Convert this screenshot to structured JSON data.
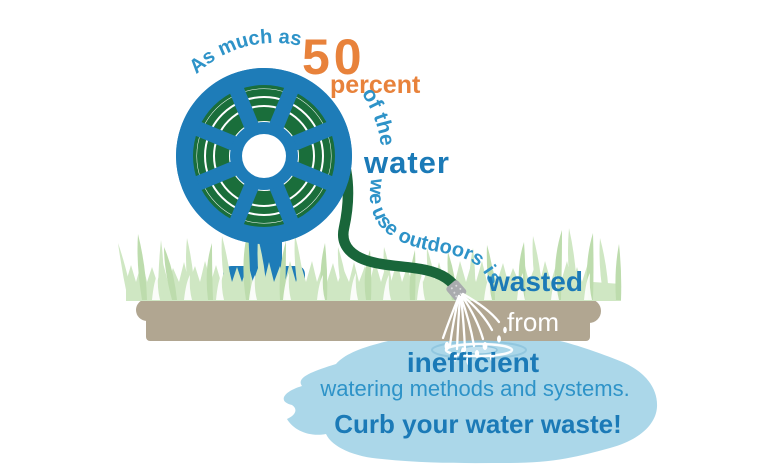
{
  "infographic": {
    "message": "As much as 50 percent of the water we use outdoors is wasted from inefficient watering methods and systems. Curb your water waste!",
    "lead_in": "As much as",
    "stat_value": "50",
    "stat_unit": "percent",
    "of_the": "of the",
    "water": "water",
    "we_use_outdoors_is": "we use outdoors is",
    "wasted": "wasted",
    "from": "from",
    "inefficient": "inefficient",
    "watering_methods": "watering methods and systems.",
    "call_to_action": "Curb your water waste!"
  },
  "colors": {
    "accent_orange": "#E8823B",
    "text_blue": "#2E93C8",
    "text_blue_bold": "#1B7AB7",
    "reel_blue": "#1E7CB8",
    "hose_green": "#19663A",
    "coil_green": "#1A6E3B",
    "grass_green": "#CFE7C3",
    "grass_green_dark": "#BDDCAD",
    "sidewalk_tan": "#B1A691",
    "puddle_blue": "#ABD7E9",
    "nozzle_gray": "#A9ABAE",
    "water_white": "#FFFFFF"
  },
  "icons": [
    "hose-reel-icon",
    "garden-hose-icon",
    "hose-nozzle-icon",
    "water-spray-icon",
    "water-droplets-icon",
    "ripple-icon",
    "grass-icon",
    "sidewalk-icon",
    "puddle-icon"
  ]
}
